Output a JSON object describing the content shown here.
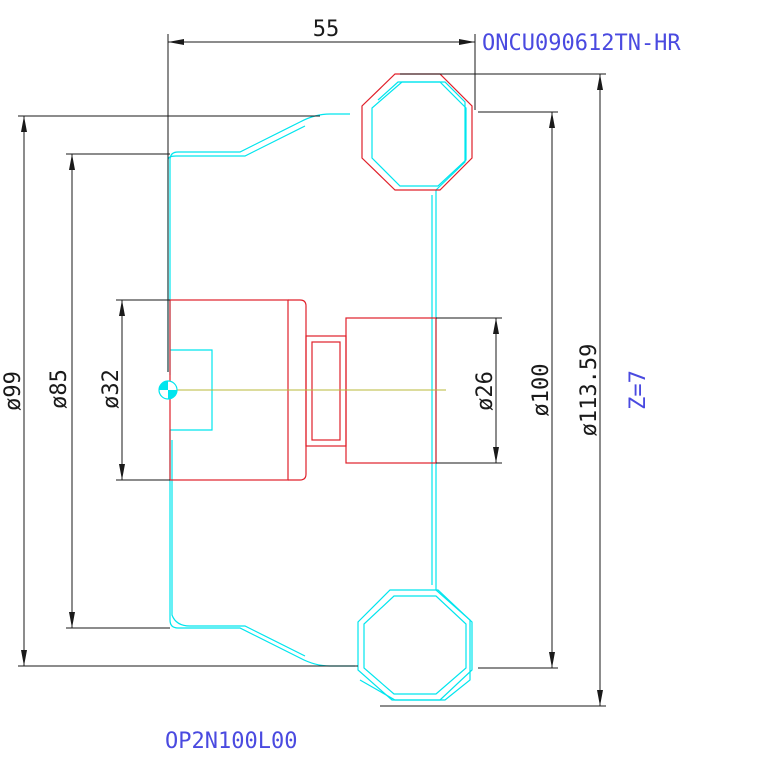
{
  "drawing": {
    "insert_code": "ONCU090612TN-HR",
    "tool_code": "OP2N100L00",
    "teeth_count": "Z=7",
    "dimensions": {
      "width_55": "55",
      "dia_99": "ø99",
      "dia_85": "ø85",
      "dia_32": "ø32",
      "dia_26": "ø26",
      "dia_100": "ø100",
      "dia_113": "ø113.59"
    }
  },
  "colors": {
    "dimension": "#1a1a1a",
    "body_outline": "#00e5ee",
    "insert_outline": "#e0202a",
    "label": "#4a4ae0",
    "axis": "#b8b838"
  }
}
